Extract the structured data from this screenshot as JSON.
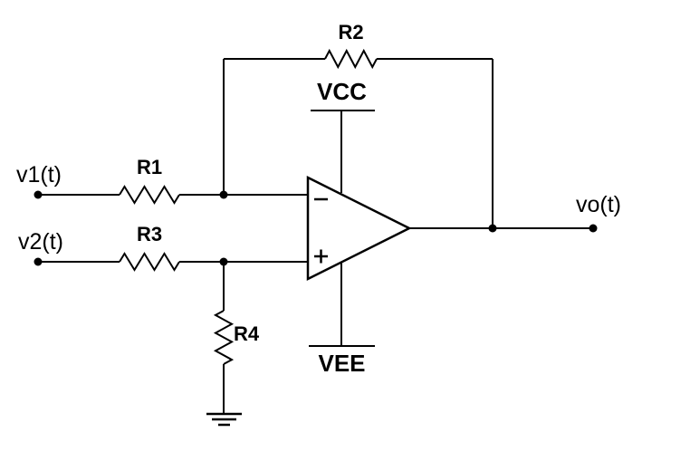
{
  "schematic": {
    "kind": "op-amp difference amplifier circuit",
    "colors": {
      "background": "#ffffff",
      "stroke": "#000000",
      "text": "#000000"
    },
    "sources": {
      "v1_label": "v1(t)",
      "v2_label": "v2(t)",
      "output_label": "vo(t)"
    },
    "resistors": {
      "r1_label": "R1",
      "r2_label": "R2",
      "r3_label": "R3",
      "r4_label": "R4"
    },
    "power": {
      "positive_rail_label": "VCC",
      "negative_rail_label": "VEE"
    },
    "opamp": {
      "inverting_symbol": "−",
      "noninverting_symbol": "+"
    }
  }
}
